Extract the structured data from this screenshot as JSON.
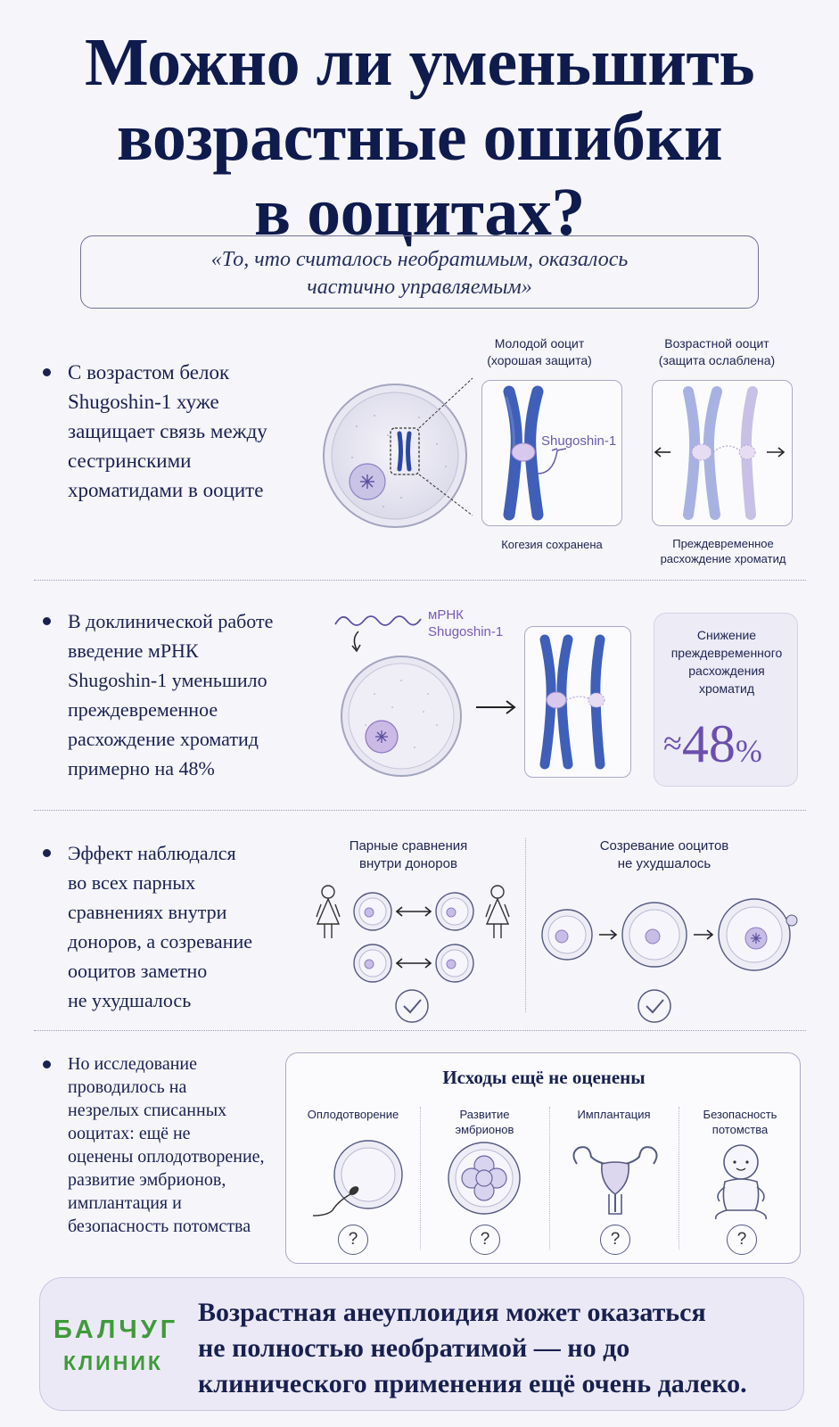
{
  "title": {
    "line1": "Можно ли уменьшить",
    "line2": "возрастные ошибки",
    "line3": "в ооцитах?"
  },
  "quote": {
    "line1": "«То, что считалось необратимым, оказалось",
    "line2": "частично управляемым»"
  },
  "section1": {
    "bullet": [
      "С возрастом белок",
      "Shugoshin-1 хуже",
      "защищает связь между",
      "сестринскими",
      "хроматидами в ооците"
    ],
    "young_label": [
      "Молодой ооцит",
      "(хорошая защита)"
    ],
    "aged_label": [
      "Возрастной ооцит",
      "(защита ослаблена)"
    ],
    "protein_label": "Shugoshin-1",
    "young_caption": "Когезия сохранена",
    "aged_caption": [
      "Преждевременное",
      "расхождение хроматид"
    ]
  },
  "section2": {
    "bullet": [
      "В доклинической работе",
      "введение мРНК",
      "Shugoshin-1 уменьшило",
      "преждевременное",
      "расхождение хроматид",
      "примерно на 48%"
    ],
    "mrna_label": [
      "мРНК",
      "Shugoshin-1"
    ],
    "card_label": [
      "Снижение",
      "преждевременного",
      "расхождения",
      "хроматид"
    ],
    "card_approx": "≈",
    "card_value": "48",
    "card_unit": "%"
  },
  "section3": {
    "bullet": [
      "Эффект наблюдался",
      "во всех парных",
      "сравнениях внутри",
      "доноров, а созревание",
      "ооцитов заметно",
      "не ухудшалось"
    ],
    "pairs_label": [
      "Парные сравнения",
      "внутри доноров"
    ],
    "maturation_label": [
      "Созревание ооцитов",
      "не ухудшалось"
    ]
  },
  "section4": {
    "bullet": [
      "Но исследование",
      "проводилось на",
      "незрелых списанных",
      "ооцитах: ещё не",
      "оценены оплодотворение,",
      "развитие эмбрионов,",
      "имплантация и",
      "безопасность потомства"
    ],
    "box_title": "Исходы ещё не оценены",
    "outcomes": [
      {
        "label": [
          "Оплодотворение"
        ],
        "icon": "fertilization-icon",
        "mark": "?"
      },
      {
        "label": [
          "Развитие",
          "эмбрионов"
        ],
        "icon": "embryo-icon",
        "mark": "?"
      },
      {
        "label": [
          "Имплантация"
        ],
        "icon": "uterus-icon",
        "mark": "?"
      },
      {
        "label": [
          "Безопасность",
          "потомства"
        ],
        "icon": "baby-icon",
        "mark": "?"
      }
    ]
  },
  "footer": {
    "logo_line1": "БАЛЧУГ",
    "logo_line2": "КЛИНИК",
    "text": [
      "Возрастная анеуплоидия может оказаться",
      "не полностью необратимой — но до",
      "клинического применения ещё очень далеко."
    ]
  },
  "colors": {
    "navy": "#0f1b4d",
    "chromosome_blue": "#3f5fb8",
    "chromosome_faded": "#a8b2e2",
    "accent_purple": "#7a5bb5",
    "logo_green": "#3f9a3a",
    "card_bg": "#ecebf6"
  }
}
